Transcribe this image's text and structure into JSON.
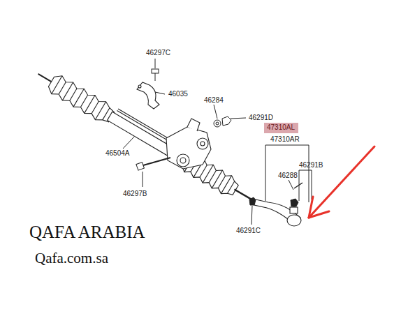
{
  "diagram": {
    "nodes": [
      {
        "text": [
          "47310AL"
        ]
      }
    ],
    "labels": [
      "46297C",
      "46035",
      "46284",
      "46291D",
      "47310AR",
      "46291B",
      "46288",
      "46504A",
      "46297B",
      "46291C",
      "QAFA ARABIA",
      "Qafa.com.sa"
    ]
  }
}
